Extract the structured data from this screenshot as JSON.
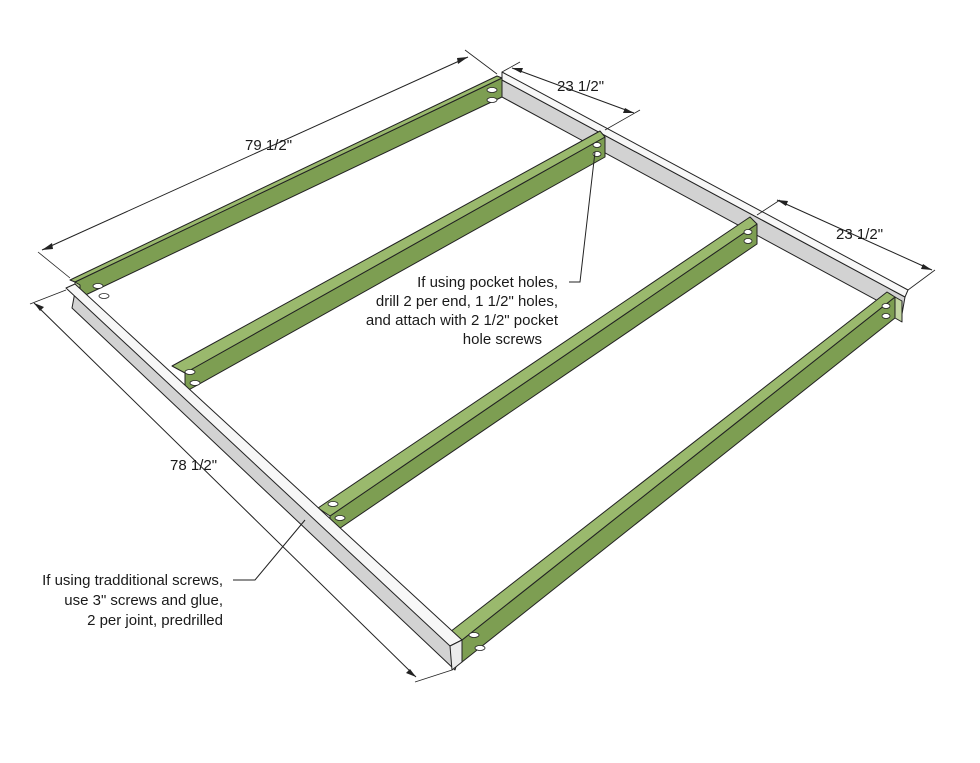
{
  "dimensions": {
    "long_top": "79 1/2\"",
    "top_right": "23 1/2\"",
    "right_side": "23 1/2\"",
    "long_left": "78 1/2\""
  },
  "notes": {
    "pocket_holes": [
      "If using pocket holes,",
      "drill 2 per end, 1 1/2\" holes,",
      "and attach with 2 1/2\" pocket",
      "hole screws"
    ],
    "traditional_screws": [
      "If using tradditional screws,",
      "use 3\" screws and glue,",
      "2 per joint, predrilled"
    ]
  },
  "colors": {
    "board_green": "#9ab96d",
    "rail_white": "#f7f7f7"
  }
}
